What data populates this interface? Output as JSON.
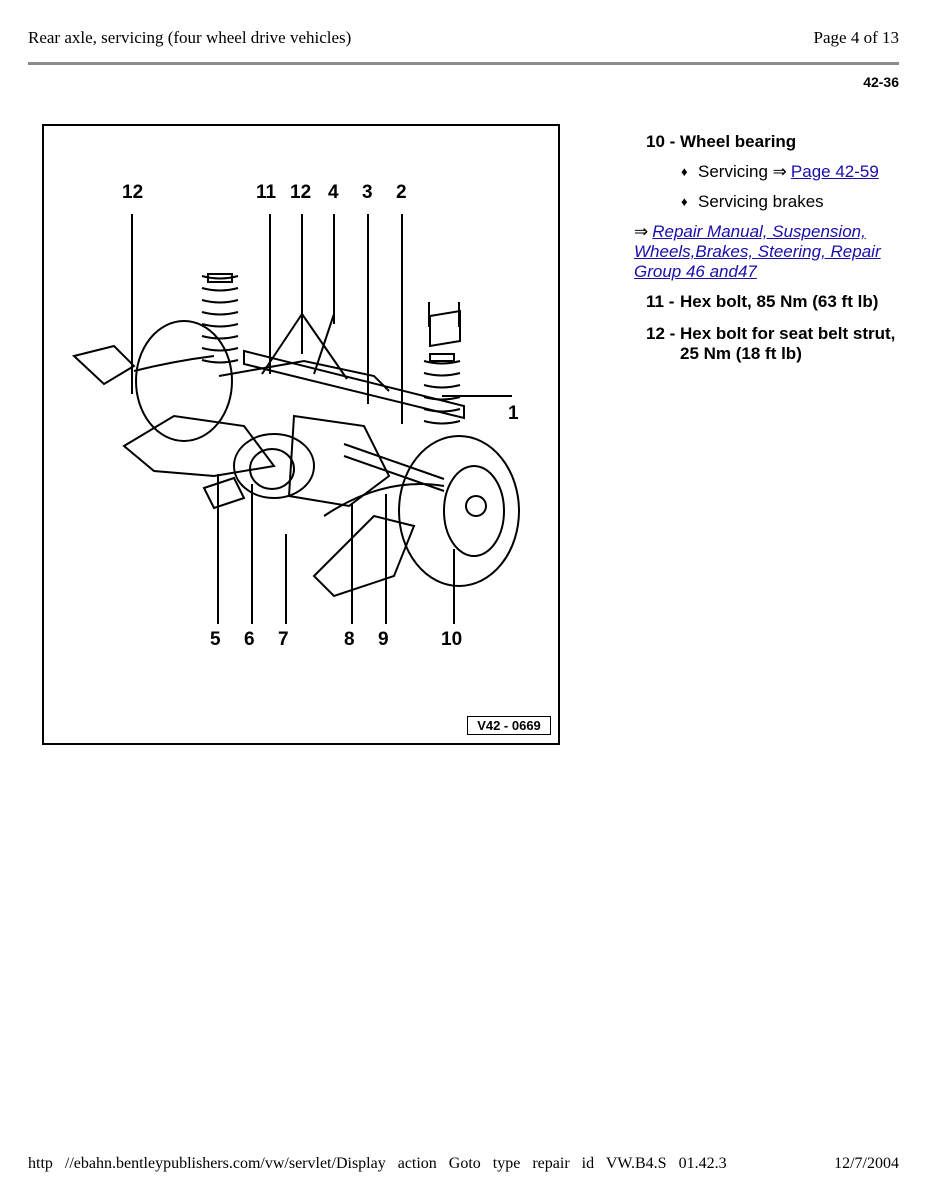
{
  "header": {
    "title": "Rear axle, servicing (four wheel drive vehicles)",
    "page": "Page 4 of 13"
  },
  "doc_code": "42-36",
  "figure": {
    "code": "V42 - 0669",
    "callouts": [
      "12",
      "11",
      "12",
      "4",
      "3",
      "2",
      "1",
      "5",
      "6",
      "7",
      "8",
      "9",
      "10"
    ]
  },
  "legend": {
    "item10": {
      "num": "10 -",
      "title": "Wheel bearing",
      "bullet1_prefix": "Servicing",
      "bullet1_link": "Page 42-59",
      "bullet2": "Servicing brakes",
      "ref_link": "Repair Manual, Suspension, Wheels,Brakes, Steering, Repair Group 46 and47"
    },
    "item11": {
      "num": "11 -",
      "title": "Hex bolt, 85 Nm (63 ft lb)"
    },
    "item12": {
      "num": "12 -",
      "title": "Hex bolt for seat belt strut, 25 Nm (18 ft lb)"
    }
  },
  "footer": {
    "url": "http //ebahn.bentleypublishers.com/vw/servlet/Display action Goto type repair id VW.B4.S 01.42.3",
    "date": "12/7/2004"
  }
}
